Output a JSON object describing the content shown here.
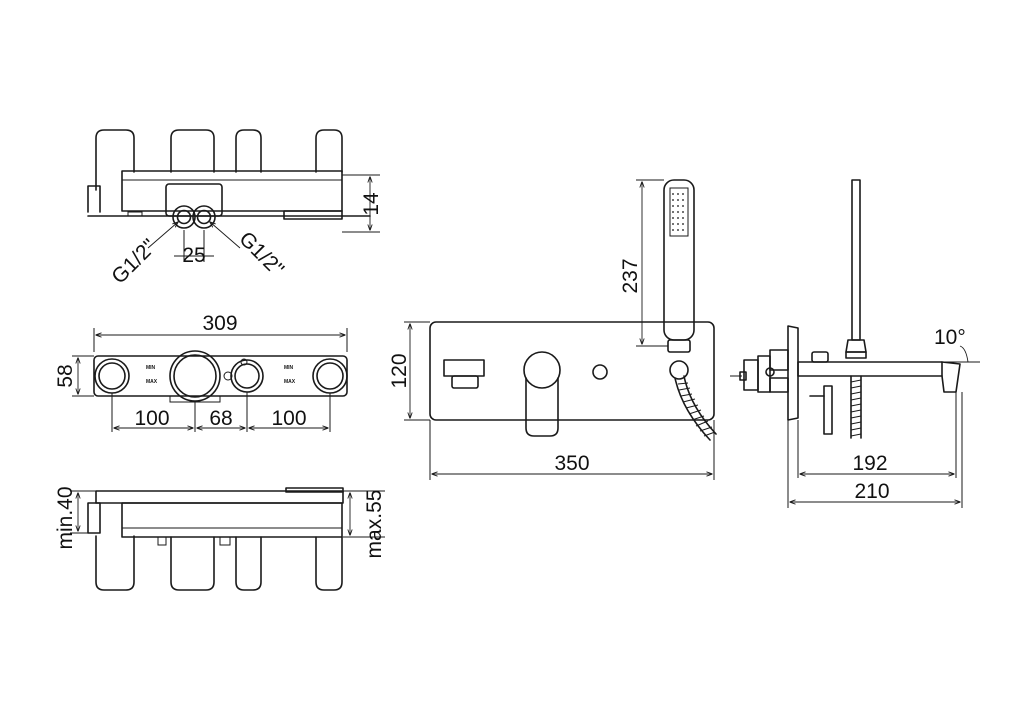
{
  "top_view": {
    "height_14": "14",
    "pitch_25": "25",
    "thread_left": "G1/2\"",
    "thread_right": "G1/2\""
  },
  "front_body": {
    "width_309": "309",
    "height_58": "58",
    "spacing_left": "100",
    "spacing_mid": "68",
    "spacing_right": "100",
    "min_label": "MIN",
    "max_label": "MAX"
  },
  "side_body": {
    "min_depth": "min.40",
    "max_depth": "max.55"
  },
  "front_view": {
    "plate_height": "120",
    "plate_width": "350",
    "handshower_height": "237"
  },
  "side_view": {
    "angle": "10°",
    "projection_192": "192",
    "projection_210": "210"
  }
}
